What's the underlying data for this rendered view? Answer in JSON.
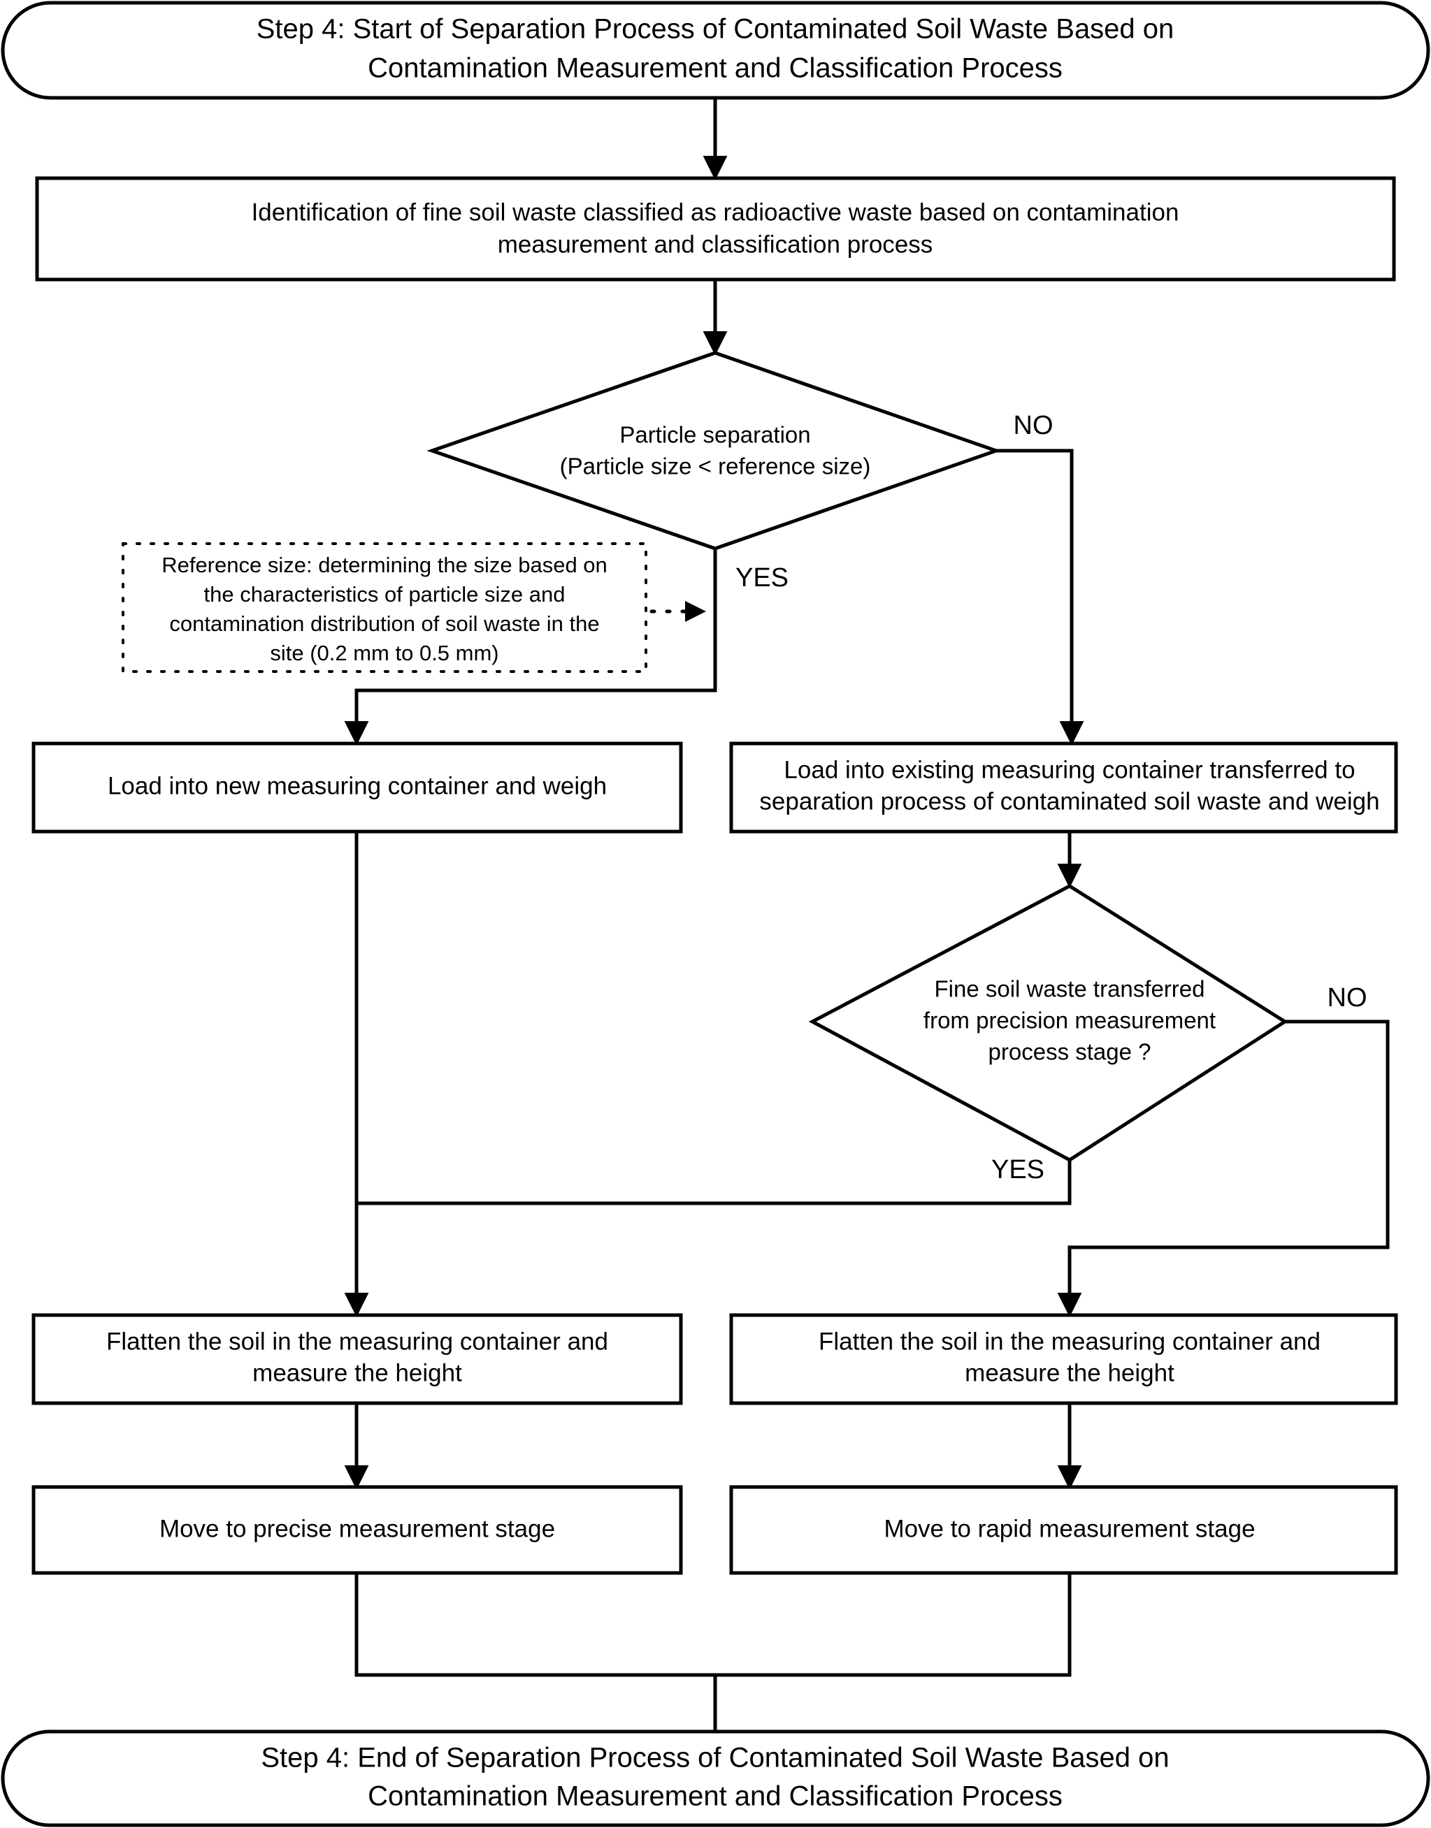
{
  "diagram": {
    "title": "Step 4 Separation Process Flowchart",
    "accent_color": "#000000",
    "background_color": "#ffffff"
  },
  "nodes": {
    "start_terminal": {
      "type": "terminal",
      "line1": "Step 4: Start of Separation Process of Contaminated Soil Waste Based on",
      "line2": "Contamination Measurement and Classification Process"
    },
    "identification_process": {
      "type": "process",
      "line1": "Identification of fine soil waste classified as radioactive waste based on contamination",
      "line2": "measurement and classification process"
    },
    "particle_separation_decision": {
      "type": "decision",
      "line1": "Particle separation",
      "line2": "(Particle size < reference size)"
    },
    "reference_size_note": {
      "type": "note",
      "line1": "Reference size: determining the size based on",
      "line2": "the characteristics of particle size and",
      "line3": "contamination distribution of soil waste in the",
      "line4": "site (0.2 mm to 0.5 mm)"
    },
    "load_new_container": {
      "type": "process",
      "line1": "Load into new measuring container and weigh"
    },
    "load_existing_container": {
      "type": "process",
      "line1": "Load into existing measuring container transferred to",
      "line2": "separation process of contaminated soil waste and weigh"
    },
    "precision_transfer_decision": {
      "type": "decision",
      "line1": "Fine soil waste transferred",
      "line2": "from precision measurement",
      "line3": "process stage ?"
    },
    "flatten_left": {
      "type": "process",
      "line1": "Flatten the soil in the measuring container and",
      "line2": "measure the height"
    },
    "flatten_right": {
      "type": "process",
      "line1": "Flatten the soil in the measuring container and",
      "line2": "measure the height"
    },
    "move_precise": {
      "type": "process",
      "line1": "Move to precise measurement stage"
    },
    "move_rapid": {
      "type": "process",
      "line1": "Move to rapid measurement stage"
    },
    "end_terminal": {
      "type": "terminal",
      "line1": "Step 4: End of Separation Process of Contaminated Soil Waste Based on",
      "line2": "Contamination Measurement and Classification Process"
    }
  },
  "edge_labels": {
    "decision1_no": "NO",
    "decision1_yes": "YES",
    "decision2_no": "NO",
    "decision2_yes": "YES"
  }
}
